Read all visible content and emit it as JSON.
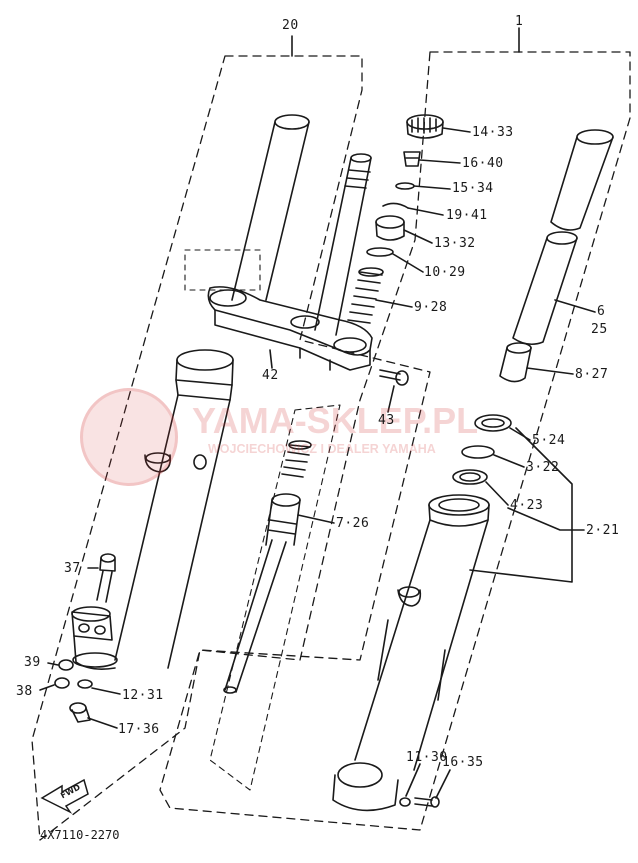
{
  "diagram_code": "4X7110-2270",
  "assembly_labels": {
    "left": "20",
    "right": "1"
  },
  "part_labels": [
    {
      "key": "p14_33",
      "text": "14·33"
    },
    {
      "key": "p16_40",
      "text": "16·40"
    },
    {
      "key": "p15_34",
      "text": "15·34"
    },
    {
      "key": "p19_41",
      "text": "19·41"
    },
    {
      "key": "p13_32",
      "text": "13·32"
    },
    {
      "key": "p10_29",
      "text": "10·29"
    },
    {
      "key": "p9_28",
      "text": "9·28"
    },
    {
      "key": "p6",
      "text": "6"
    },
    {
      "key": "p25",
      "text": "25"
    },
    {
      "key": "p8_27",
      "text": "8·27"
    },
    {
      "key": "p42",
      "text": "42"
    },
    {
      "key": "p43",
      "text": "43"
    },
    {
      "key": "p5_24",
      "text": "5·24"
    },
    {
      "key": "p3_22",
      "text": "3·22"
    },
    {
      "key": "p4_23",
      "text": "4·23"
    },
    {
      "key": "p2_21",
      "text": "2·21"
    },
    {
      "key": "p7_26",
      "text": "7·26"
    },
    {
      "key": "p37",
      "text": "37"
    },
    {
      "key": "p39",
      "text": "39"
    },
    {
      "key": "p38",
      "text": "38"
    },
    {
      "key": "p12_31",
      "text": "12·31"
    },
    {
      "key": "p17_36",
      "text": "17·36"
    },
    {
      "key": "p11_30",
      "text": "11·30"
    },
    {
      "key": "p16_35",
      "text": "16·35"
    }
  ],
  "front_arrow_text": "FWD",
  "watermark": {
    "main": "YAMA-SKLEP.PL",
    "sub": "WOJCIECHOWICZ I DEALER YAMAHA"
  },
  "colors": {
    "ink": "#1a1a1a",
    "watermark": "#d23c3c"
  }
}
